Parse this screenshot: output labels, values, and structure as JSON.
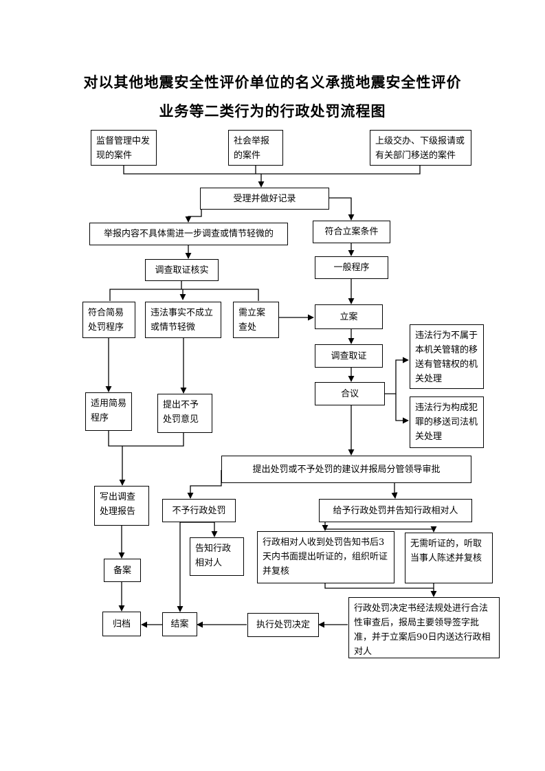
{
  "title": {
    "line1": "对以其他地震安全性评价单位的名义承揽地震安全性评价",
    "line2": "业务等二类行为的行政处罚流程图"
  },
  "nodes": {
    "source_supervision": "监督管理中发现的案件",
    "source_public_report": "社会举报的案件",
    "source_transfer": "上级交办、下级报请或有关部门移送的案件",
    "accept_record": "受理并做好记录",
    "unclear_report": "举报内容不具体需进一步调查或情节轻微的",
    "meets_filing": "符合立案条件",
    "investigate_verify": "调查取证核实",
    "general_procedure": "一般程序",
    "simple_eligible": "符合简易处罚程序",
    "violation_unfounded": "违法事实不成立或情节轻微",
    "need_filing": "需立案查处",
    "file_case": "立案",
    "investigation": "调查取证",
    "not_jurisdiction": "违法行为不属于本机关管辖的移送有管辖权的机关处理",
    "deliberation": "合议",
    "crime_transfer": "违法行为构成犯罪的移送司法机关处理",
    "apply_simple": "适用简易程序",
    "propose_no_penalty": "提出不予处罚意见",
    "propose_penalty": "提出处罚或不予处罚的建议并报局分管领导审批",
    "write_report": "写出调查处理报告",
    "no_penalty": "不予行政处罚",
    "give_penalty": "给予行政处罚并告知行政相对人",
    "notify_party": "告知行政相对人",
    "hearing_request": "行政相对人收到处罚告知书后3天内书面提出听证的，组织听证并复核",
    "no_hearing": "无需听证的，听取当事人陈述并复核",
    "file_record": "备案",
    "decision_review": "行政处罚决定书经法规处进行合法性审查后，报局主要领导签字批准，并于立案后90日内送达行政相对人",
    "archive": "归档",
    "close_case": "结案",
    "execute_decision": "执行处罚决定"
  }
}
